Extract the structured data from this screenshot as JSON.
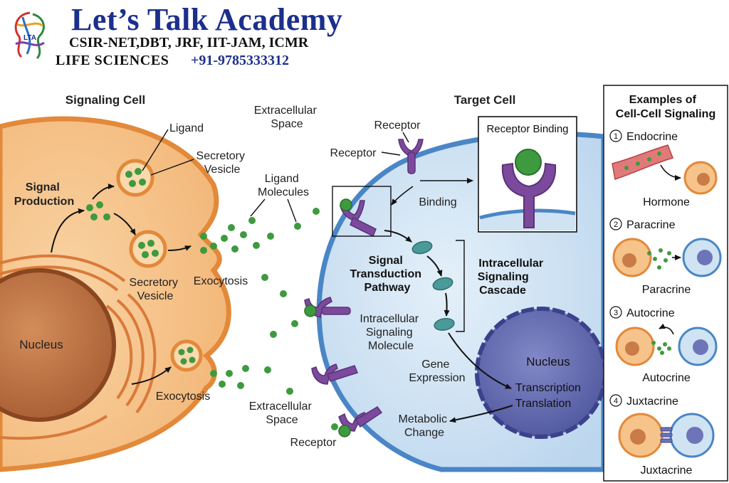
{
  "brand": {
    "title": "Let’s Talk Academy",
    "subtitle": "CSIR-NET,DBT, JRF, IIT-JAM, ICMR",
    "life": "LIFE SCIENCES",
    "phone": "+91-9785333312",
    "logo_text": "LTA"
  },
  "signaling_cell": {
    "title": "Signaling Cell",
    "ligand": "Ligand",
    "secretory_vesicle_top": [
      "Secretory",
      "Vesicle"
    ],
    "signal_production": [
      "Signal",
      "Production"
    ],
    "secretory_vesicle": [
      "Secretory",
      "Vesicle"
    ],
    "exocytosis_top": "Exocytosis",
    "nucleus": "Nucleus",
    "exocytosis_bottom": "Exocytosis"
  },
  "space": {
    "extracellular_top": [
      "Extracellular",
      "Space"
    ],
    "ligand_molecules": [
      "Ligand",
      "Molecules"
    ],
    "extracellular_bottom": [
      "Extracellular",
      "Space"
    ]
  },
  "target_cell": {
    "title": "Target Cell",
    "receptor_top": "Receptor",
    "receptor_left": "Receptor",
    "binding": "Binding",
    "receptor_binding": "Receptor Binding",
    "signal_transduction": [
      "Signal",
      "Transduction",
      "Pathway"
    ],
    "intracellular_cascade": [
      "Intracellular",
      "Signaling",
      "Cascade"
    ],
    "intracellular_molecule": [
      "Intracellular",
      "Signaling",
      "Molecule"
    ],
    "gene_expression": [
      "Gene",
      "Expression"
    ],
    "nucleus": "Nucleus",
    "transcription": "Transcription",
    "translation": "Translation",
    "metabolic_change": [
      "Metabolic",
      "Change"
    ],
    "receptor_bottom": "Receptor"
  },
  "examples": {
    "title": [
      "Examples of",
      "Cell-Cell Signaling"
    ],
    "items": [
      {
        "number": "1",
        "name": "Endocrine",
        "caption": "Hormone"
      },
      {
        "number": "2",
        "name": "Paracrine",
        "caption": "Paracrine"
      },
      {
        "number": "3",
        "name": "Autocrine",
        "caption": "Autocrine"
      },
      {
        "number": "4",
        "name": "Juxtacrine",
        "caption": "Juxtacrine"
      }
    ]
  },
  "colors": {
    "cell_orange": "#f6c38a",
    "cell_border": "#e2893a",
    "target_blue": "#cfe3f3",
    "target_border": "#4a86c6",
    "nucleus_brown": "#c97b48",
    "target_nucleus": "#6d74b8",
    "ligand_green": "#3e9a3e",
    "receptor_purple": "#7b4a9c",
    "brand_blue": "#1c2f8c"
  }
}
